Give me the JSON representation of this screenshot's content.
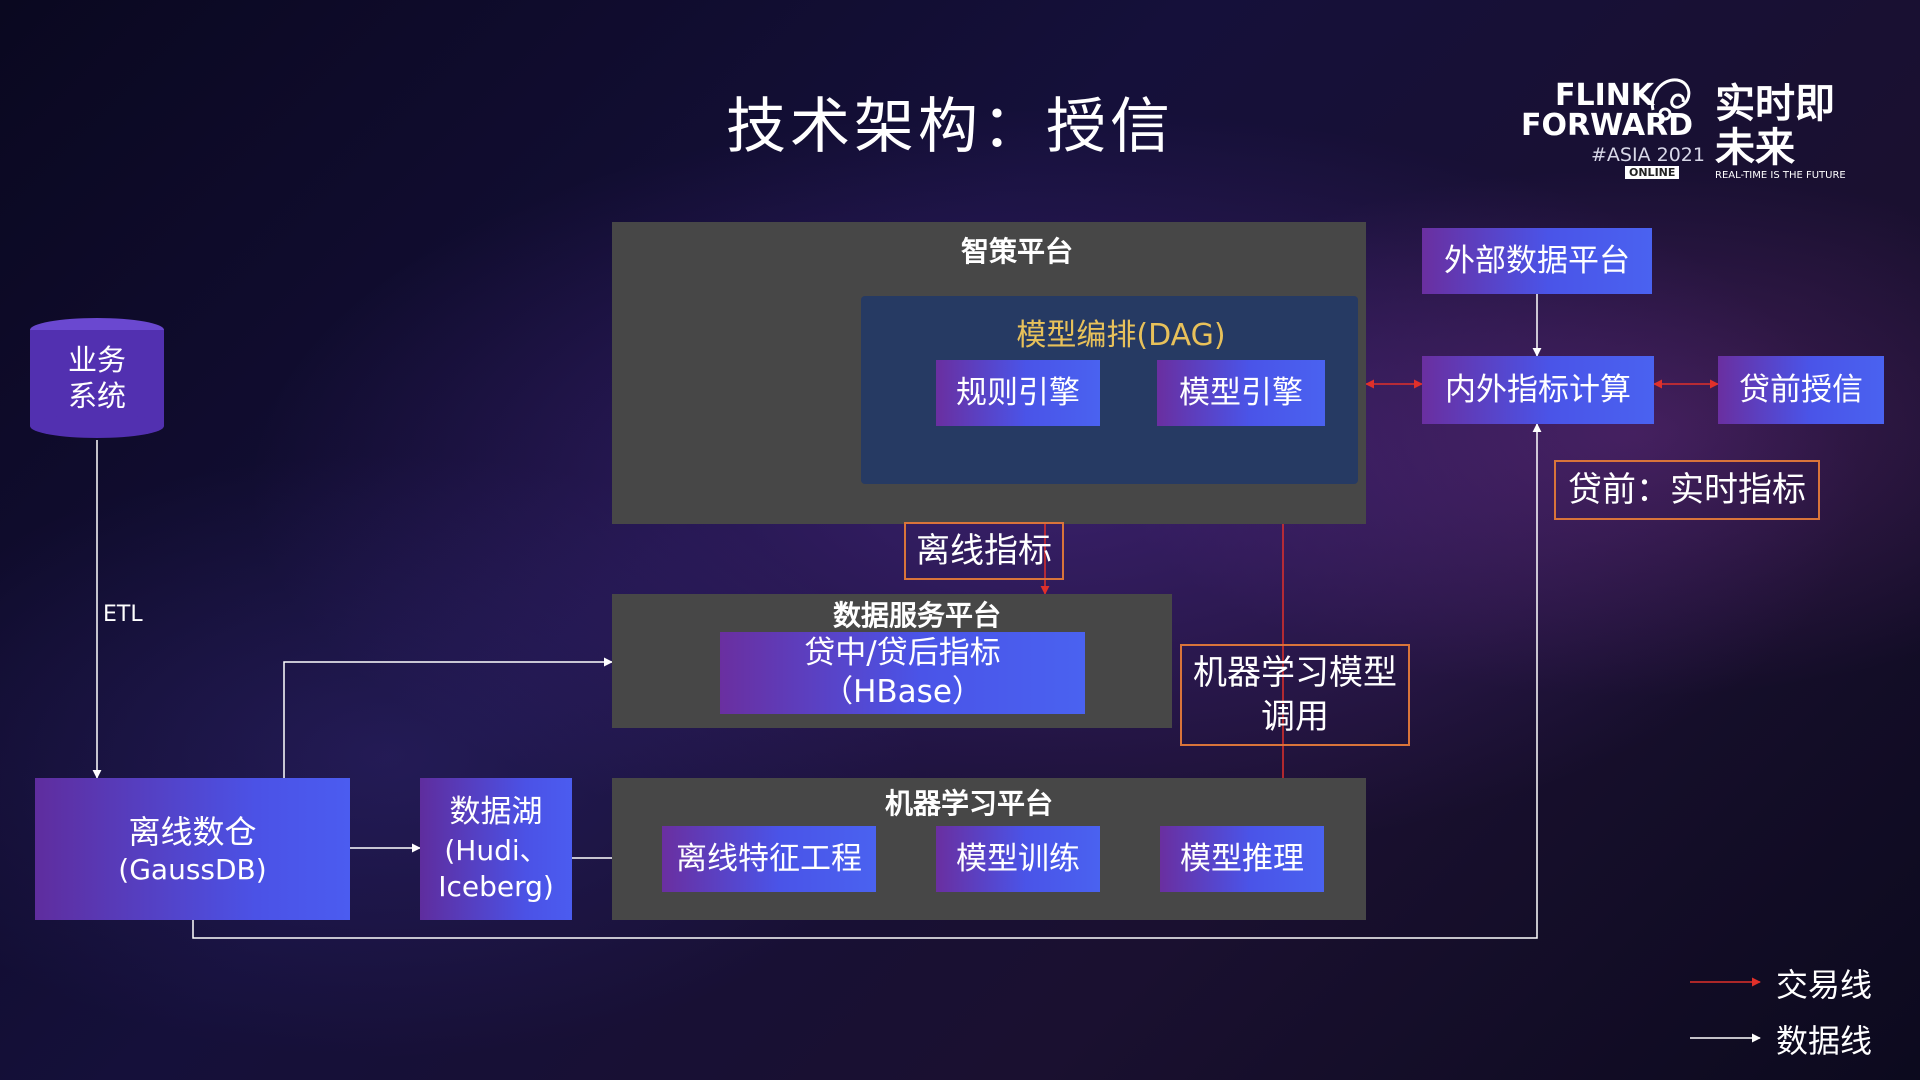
{
  "title": "技术架构：授信",
  "logo": {
    "line1": "FLINK",
    "line2": "FORWARD",
    "line3": "#ASIA 2021",
    "badge": "ONLINE",
    "cn": "实时即未来",
    "tagline": "REAL-TIME IS THE FUTURE"
  },
  "source": {
    "label": "业务系统"
  },
  "etl_label": "ETL",
  "warehouse": {
    "title": "离线数仓",
    "subtitle": "(GaussDB)"
  },
  "datalake": {
    "title": "数据湖",
    "line2": "(Hudi、",
    "line3": "Iceberg)"
  },
  "zhice": {
    "title": "智策平台",
    "dag_title": "模型编排(DAG)",
    "rule_engine": "规则引擎",
    "model_engine": "模型引擎"
  },
  "offline_indicator_label": "离线指标",
  "data_service": {
    "title": "数据服务平台",
    "box_line1": "贷中/贷后指标",
    "box_line2": "（HBase）"
  },
  "ml_call_label": {
    "line1": "机器学习模型",
    "line2": "调用"
  },
  "ml_platform": {
    "title": "机器学习平台",
    "feature": "离线特征工程",
    "training": "模型训练",
    "inference": "模型推理"
  },
  "external_data": "外部数据平台",
  "indicator_calc": "内外指标计算",
  "pre_loan_credit": "贷前授信",
  "realtime_label": "贷前：实时指标",
  "legend": {
    "trade_line": "交易线",
    "data_line": "数据线",
    "trade_color": "#e0302a",
    "data_color": "#ffffff"
  }
}
